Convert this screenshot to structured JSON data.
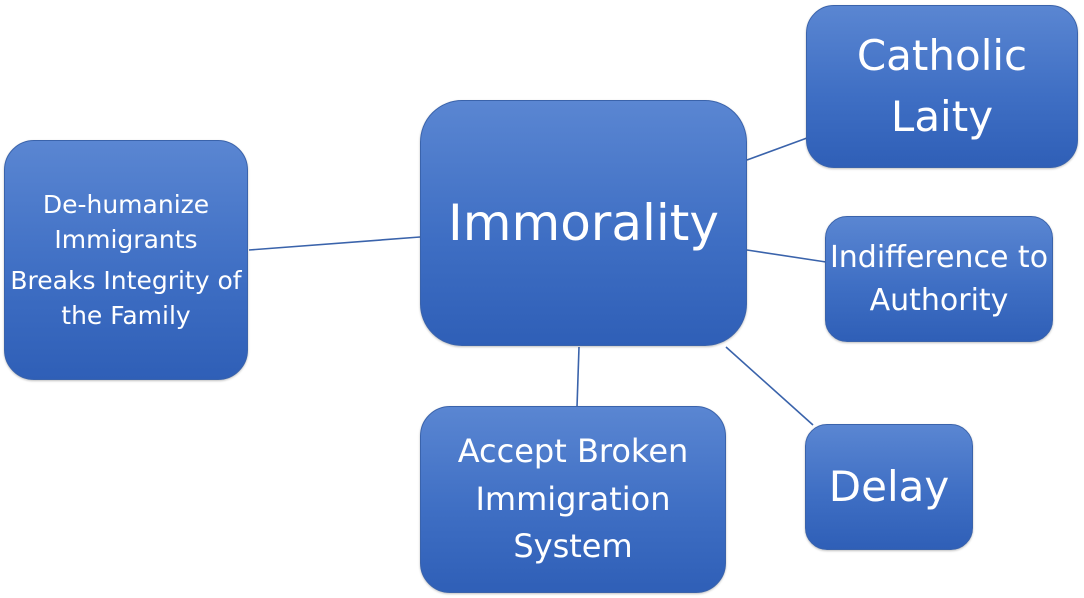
{
  "diagram": {
    "center": {
      "label": "Immorality"
    },
    "left": {
      "lines": [
        "De-humanize Immigrants",
        "Breaks Integrity of the Family"
      ]
    },
    "laity": {
      "label": "Catholic Laity"
    },
    "indifference": {
      "label": "Indifference to Authority"
    },
    "delay": {
      "label": "Delay"
    },
    "accept": {
      "label": "Accept Broken Immigration System"
    }
  },
  "colors": {
    "node_fill": "#4472c4",
    "node_border": "#3a63ab",
    "connector": "#3a63ab",
    "text": "#ffffff"
  }
}
